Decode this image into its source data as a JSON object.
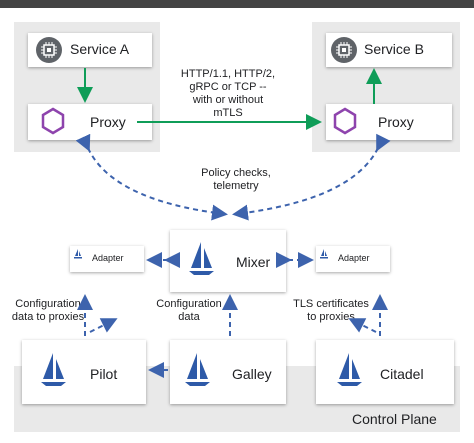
{
  "service_a": {
    "label": "Service A",
    "proxy_label": "Proxy"
  },
  "service_b": {
    "label": "Service B",
    "proxy_label": "Proxy"
  },
  "protocol_note": [
    "HTTP/1.1, HTTP/2,",
    "gRPC or TCP --",
    "with or without",
    "mTLS"
  ],
  "policy_note": [
    "Policy checks,",
    "telemetry"
  ],
  "mixer": {
    "label": "Mixer"
  },
  "adapters": {
    "left": "Adapter",
    "right": "Adapter"
  },
  "pilot": {
    "label": "Pilot",
    "note": [
      "Configuration",
      "data to proxies"
    ]
  },
  "galley": {
    "label": "Galley",
    "note": [
      "Configuration",
      "data"
    ]
  },
  "citadel": {
    "label": "Citadel",
    "note": [
      "TLS certificates",
      "to proxies"
    ]
  },
  "control_plane": {
    "label": "Control Plane"
  },
  "colors": {
    "data_path": "#0f9d58",
    "control_path": "#3d63ad",
    "proxy": "#8e44ad",
    "istio_sail": "#2e5aa8"
  }
}
